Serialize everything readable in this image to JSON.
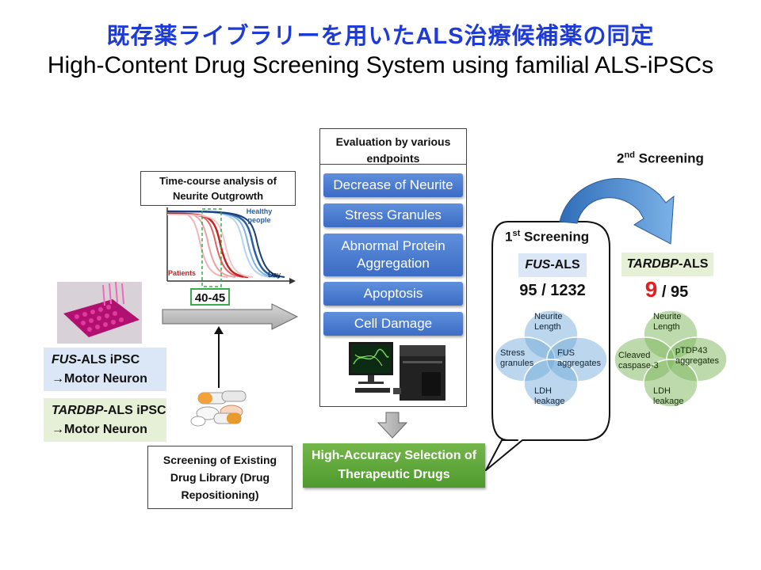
{
  "title_jp": "既存薬ライブラリーを用いたALS治療候補薬の同定",
  "title_en": "High-Content Drug Screening System using familial ALS-iPSCs",
  "left": {
    "fus_line1_italic": "FUS",
    "fus_line1_rest": "-ALS iPSC",
    "fus_line2": "→Motor Neuron",
    "tardbp_line1_italic": "TARDBP",
    "tardbp_line1_rest": "-ALS iPSC",
    "tardbp_line2": "→Motor Neuron"
  },
  "timecourse": {
    "title": "Time-course analysis of Neurite Outgrowth",
    "healthy": "Healthy people",
    "patients": "Patients",
    "day": "Day",
    "range": "40-45"
  },
  "screening_library": "Screening of Existing Drug Library (Drug Repositioning)",
  "evaluation": {
    "title": "Evaluation by various endpoints",
    "items": [
      "Decrease of Neurite",
      "Stress Granules",
      "Abnormal Protein Aggregation",
      "Apoptosis",
      "Cell Damage"
    ]
  },
  "selection": "High-Accuracy Selection of Therapeutic Drugs",
  "first": {
    "heading_main": "1",
    "heading_sup": "st",
    "heading_rest": " Screening",
    "tag_italic": "FUS",
    "tag_rest": "-ALS",
    "count": "95 / 1232",
    "venn": {
      "top": "Neurite Length",
      "left": "Stress granules",
      "right": "FUS aggregates",
      "bottom": "LDH leakage"
    }
  },
  "second": {
    "heading_main": "2",
    "heading_sup": "nd",
    "heading_rest": " Screening",
    "tag_italic": "TARDBP",
    "tag_rest": "-ALS",
    "count_highlight": "9",
    "count_rest": " / 95",
    "venn": {
      "top": "Neurite Length",
      "left": "Cleaved caspase-3",
      "right": "pTDP43 aggregates",
      "bottom": "LDH leakage"
    }
  },
  "colors": {
    "title_jp": "#1f3bd6",
    "blue_button": "#3c6cc4",
    "green_button": "#4e9a2e",
    "highlight_red": "#e02020"
  }
}
